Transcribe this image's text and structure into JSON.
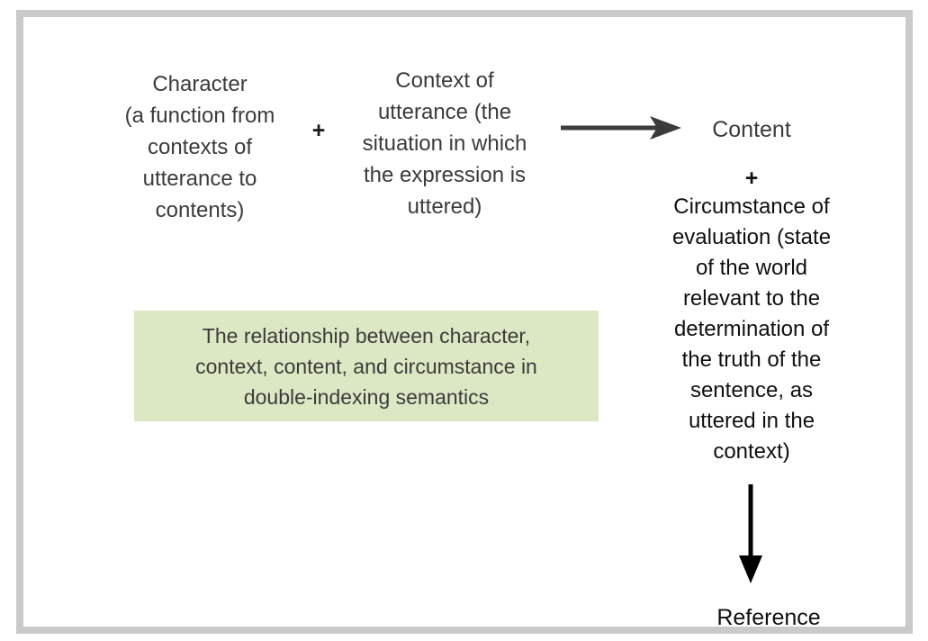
{
  "figure": {
    "frame": {
      "border_color": "#cacaca",
      "background": "#ffffff"
    },
    "nodes": {
      "character": "Character\n(a function from\ncontexts of\nutterance to\ncontents)",
      "plus_one": "+",
      "context": "Context of\nutterance (the\nsituation in which\nthe expression is\nuttered)",
      "content": "Content",
      "plus_two": "+",
      "circumstance": "Circumstance of\nevaluation (state\nof the world\nrelevant to the\ndetermination of\nthe truth of the\nsentence, as\nuttered in the\ncontext)",
      "reference": "Reference"
    },
    "arrows": {
      "horizontal": "arrow-right",
      "vertical": "arrow-down",
      "color": "#3b3b3b",
      "vertical_color": "#000000"
    },
    "caption": {
      "text": "The relationship between character,\ncontext, content, and circumstance in\ndouble-indexing semantics",
      "background": "#dce8c4",
      "text_color": "#3b3b3b"
    },
    "colors": {
      "left_text": "#3b3b3b",
      "right_text": "#101010",
      "frame": "#cacaca",
      "caption_bg": "#dce8c4"
    }
  }
}
